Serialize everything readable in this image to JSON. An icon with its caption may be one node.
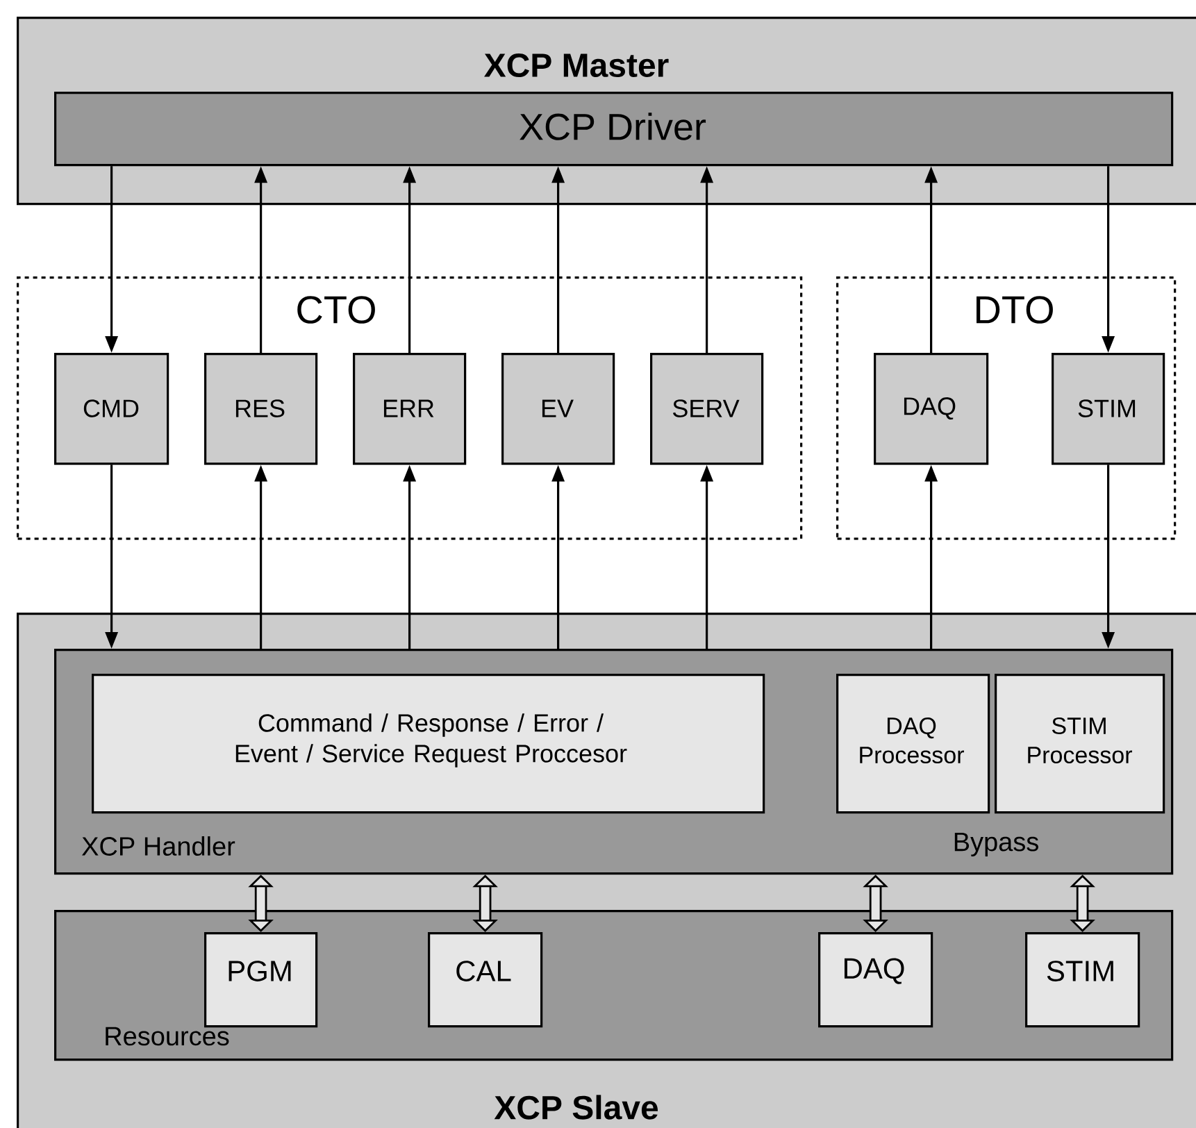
{
  "diagram": {
    "nodes": [
      {
        "text": [
          "XCP Master"
        ]
      },
      {
        "text": [
          "XCP Driver"
        ],
        "in": 0
      },
      {
        "text": [
          "CTO"
        ]
      },
      {
        "text": [
          "CMD"
        ],
        "in": 2
      },
      {
        "text": [
          "RES"
        ],
        "in": 2
      },
      {
        "text": [
          "ERR"
        ],
        "in": 2
      },
      {
        "text": [
          "EV"
        ],
        "in": 2
      },
      {
        "text": [
          "SERV"
        ],
        "in": 2
      },
      {
        "text": [
          "DTO"
        ]
      },
      {
        "text": [
          "DAQ"
        ],
        "in": 8
      },
      {
        "text": [
          "STIM"
        ],
        "in": 8
      },
      {
        "text": [
          "XCP Slave"
        ]
      },
      {
        "text": [
          "XCP Handler",
          "Bypass"
        ],
        "in": 11
      },
      {
        "text": [
          "Command / Response / Error /  Event / Service Request Proccesor"
        ],
        "in": 12
      },
      {
        "text": [
          "DAQ Processor"
        ],
        "in": 12
      },
      {
        "text": [
          "STIM Processor"
        ],
        "in": 12
      },
      {
        "text": [
          "Resources"
        ],
        "in": 11
      },
      {
        "text": [
          "PGM"
        ],
        "in": 16
      },
      {
        "text": [
          "CAL"
        ],
        "in": 16
      },
      {
        "text": [
          "DAQ"
        ],
        "in": 16
      },
      {
        "text": [
          "STIM"
        ],
        "in": 16
      }
    ],
    "edges": [
      {
        "from": 1,
        "to": 3,
        "arrow": "to"
      },
      {
        "from": 3,
        "to": 12,
        "arrow": "to"
      },
      {
        "from": 4,
        "to": 1,
        "arrow": "to"
      },
      {
        "from": 12,
        "to": 4,
        "arrow": "to"
      },
      {
        "from": 5,
        "to": 1,
        "arrow": "to"
      },
      {
        "from": 12,
        "to": 5,
        "arrow": "to"
      },
      {
        "from": 6,
        "to": 1,
        "arrow": "to"
      },
      {
        "from": 12,
        "to": 6,
        "arrow": "to"
      },
      {
        "from": 7,
        "to": 1,
        "arrow": "to"
      },
      {
        "from": 12,
        "to": 7,
        "arrow": "to"
      },
      {
        "from": 9,
        "to": 1,
        "arrow": "to"
      },
      {
        "from": 12,
        "to": 9,
        "arrow": "to"
      },
      {
        "from": 1,
        "to": 10,
        "arrow": "to"
      },
      {
        "from": 10,
        "to": 12,
        "arrow": "to"
      },
      {
        "from": 12,
        "to": 17,
        "arrow": "both",
        "style": "thick"
      },
      {
        "from": 12,
        "to": 18,
        "arrow": "both",
        "style": "thick"
      },
      {
        "from": 12,
        "to": 19,
        "arrow": "both",
        "style": "thick"
      },
      {
        "from": 12,
        "to": 20,
        "arrow": "both",
        "style": "thick"
      }
    ]
  }
}
